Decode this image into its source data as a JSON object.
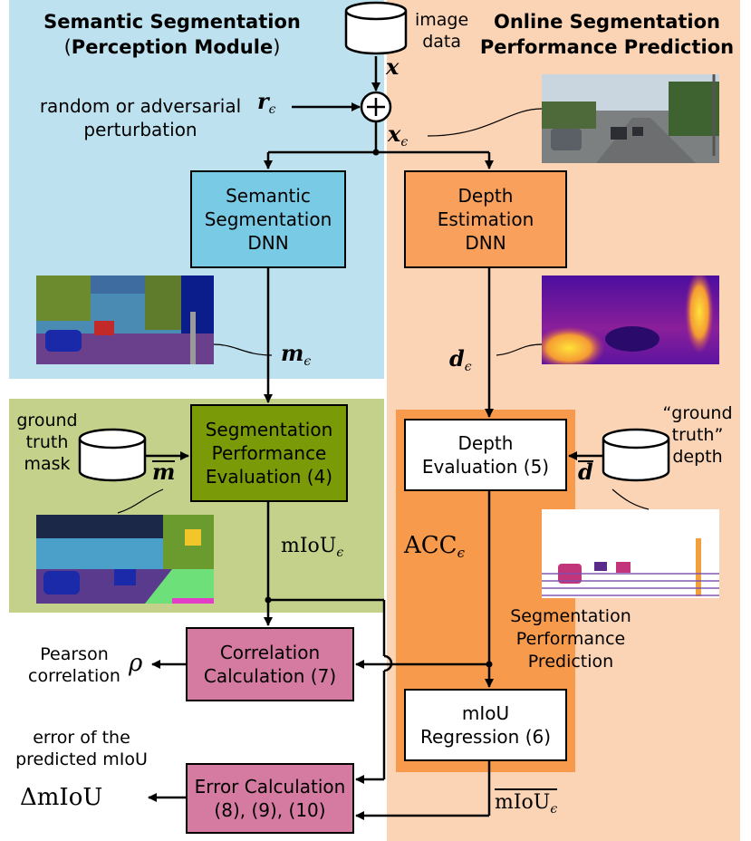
{
  "colors": {
    "perception_bg": "#bde1ef",
    "eval_bg": "#c3d18a",
    "prediction_bg": "#fbd4b5",
    "prediction_inner": "#f79a4c",
    "seg_dnn": "#79cae4",
    "depth_dnn": "#f8a05c",
    "seg_eval": "#7a9a08",
    "pink": "#d57aa0"
  },
  "left_title": {
    "line1": "Semantic Segmentation",
    "line2_open": "(",
    "line2_bold": "Perception Module",
    "line2_close": ")"
  },
  "right_title": {
    "line1": "Online Segmentation",
    "line2": "Performance Prediction"
  },
  "image_data": {
    "line1": "image",
    "line2": "data"
  },
  "perturbation": {
    "line1": "random or adversarial",
    "line2": "perturbation"
  },
  "symbols": {
    "x": "x",
    "r_eps": "r",
    "x_eps": "x",
    "m_eps": "m",
    "m_bar": "m",
    "d_eps": "d",
    "d_bar": "d",
    "eps": "ϵ",
    "miou_eps": "mIoU",
    "acc_eps": "ACC",
    "miou_hat": "mIoU",
    "rho": "ρ",
    "delta_miou": "ΔmIoU",
    "plus": "+"
  },
  "boxes": {
    "seg_dnn": [
      "Semantic",
      "Segmentation",
      "DNN"
    ],
    "depth_dnn": [
      "Depth",
      "Estimation",
      "DNN"
    ],
    "seg_eval": [
      "Segmentation",
      "Performance",
      "Evaluation (4)"
    ],
    "depth_eval": [
      "Depth",
      "Evaluation (5)"
    ],
    "correlation": [
      "Correlation",
      "Calculation (7)"
    ],
    "miou_reg": [
      "mIoU",
      "Regression (6)"
    ],
    "error_calc": [
      "Error Calculation",
      "(8), (9), (10)"
    ]
  },
  "ground_truth_mask": [
    "ground",
    "truth",
    "mask"
  ],
  "ground_truth_depth": [
    "“ground",
    "truth”",
    "depth"
  ],
  "pearson": [
    "Pearson",
    "correlation"
  ],
  "error_label": [
    "error of the",
    "predicted mIoU"
  ],
  "prediction_label": [
    "Segmentation",
    "Performance",
    "Prediction"
  ]
}
